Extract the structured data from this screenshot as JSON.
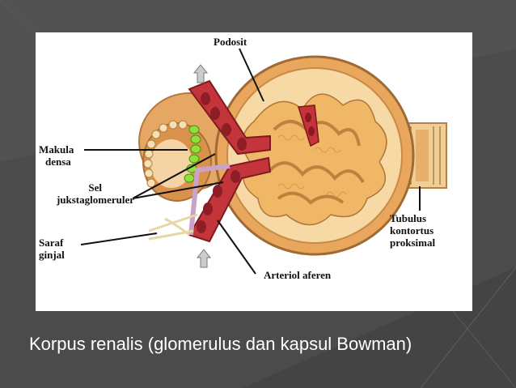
{
  "slide": {
    "caption": "Korpus renalis (glomerulus dan kapsul Bowman)"
  },
  "diagram": {
    "labels": {
      "podosit": "Podosit",
      "makula_line1": "Makula",
      "makula_line2": "densa",
      "sel_line1": "Sel",
      "sel_line2": "jukstaglomeruler",
      "saraf_line1": "Saraf",
      "saraf_line2": "ginjal",
      "arteriol_aferen": "Arteriol aferen",
      "tubulus_line1": "Tubulus",
      "tubulus_line2": "kontortus",
      "tubulus_line3": "proksimal"
    }
  },
  "colors": {
    "background": "#4a4a4a",
    "capsule": "#e8a860",
    "glomerulus": "#f2c27a",
    "vessel": "#b8323a",
    "macula": "#7ed321"
  }
}
